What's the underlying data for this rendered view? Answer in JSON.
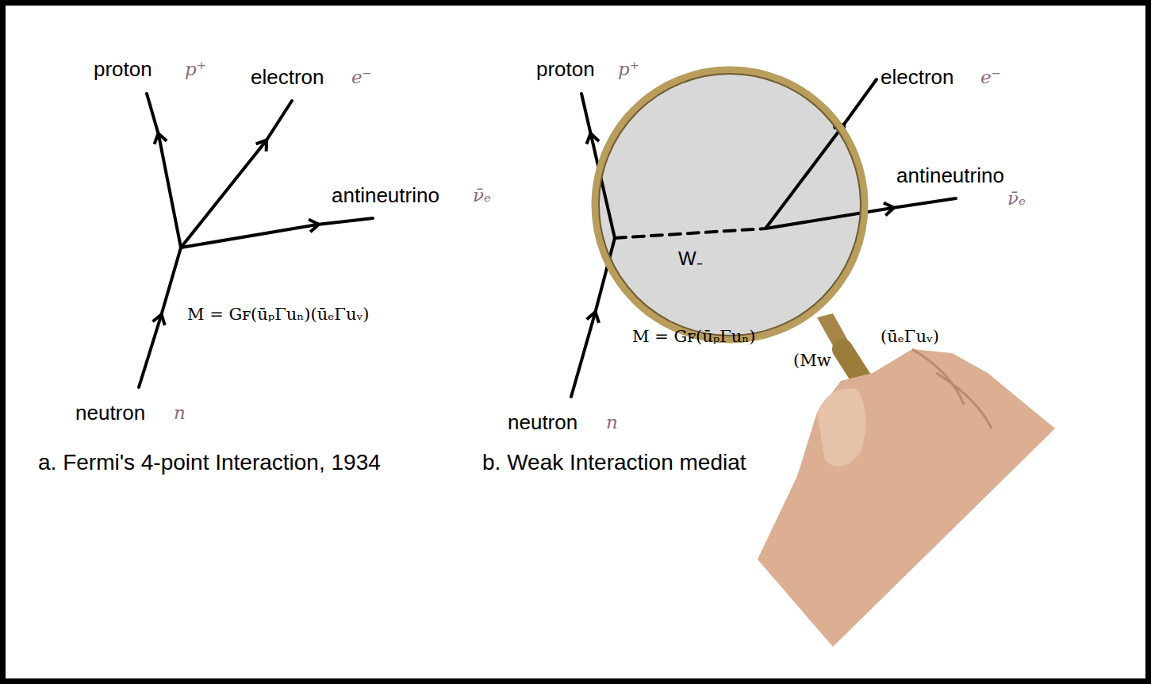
{
  "diagram": {
    "labels": [
      "proton",
      "p⁺",
      "electron",
      "e⁻",
      "antineutrino",
      "ν̄ₑ",
      "M = Gꜰ(ūₚΓuₙ)(ūₑΓuᵥ)",
      "neutron",
      "n",
      "a. Fermi's 4-point Interaction, 1934",
      "proton",
      "p⁺",
      "electron",
      "e⁻",
      "antineutrino",
      "ν̄ₑ",
      "W₋",
      "M = Gꜰ(ūₚΓuₙ)",
      "(Mᴡ",
      "(ūₑΓuᵥ)",
      "neutron",
      "n",
      "b. Weak Interaction mediat"
    ]
  }
}
